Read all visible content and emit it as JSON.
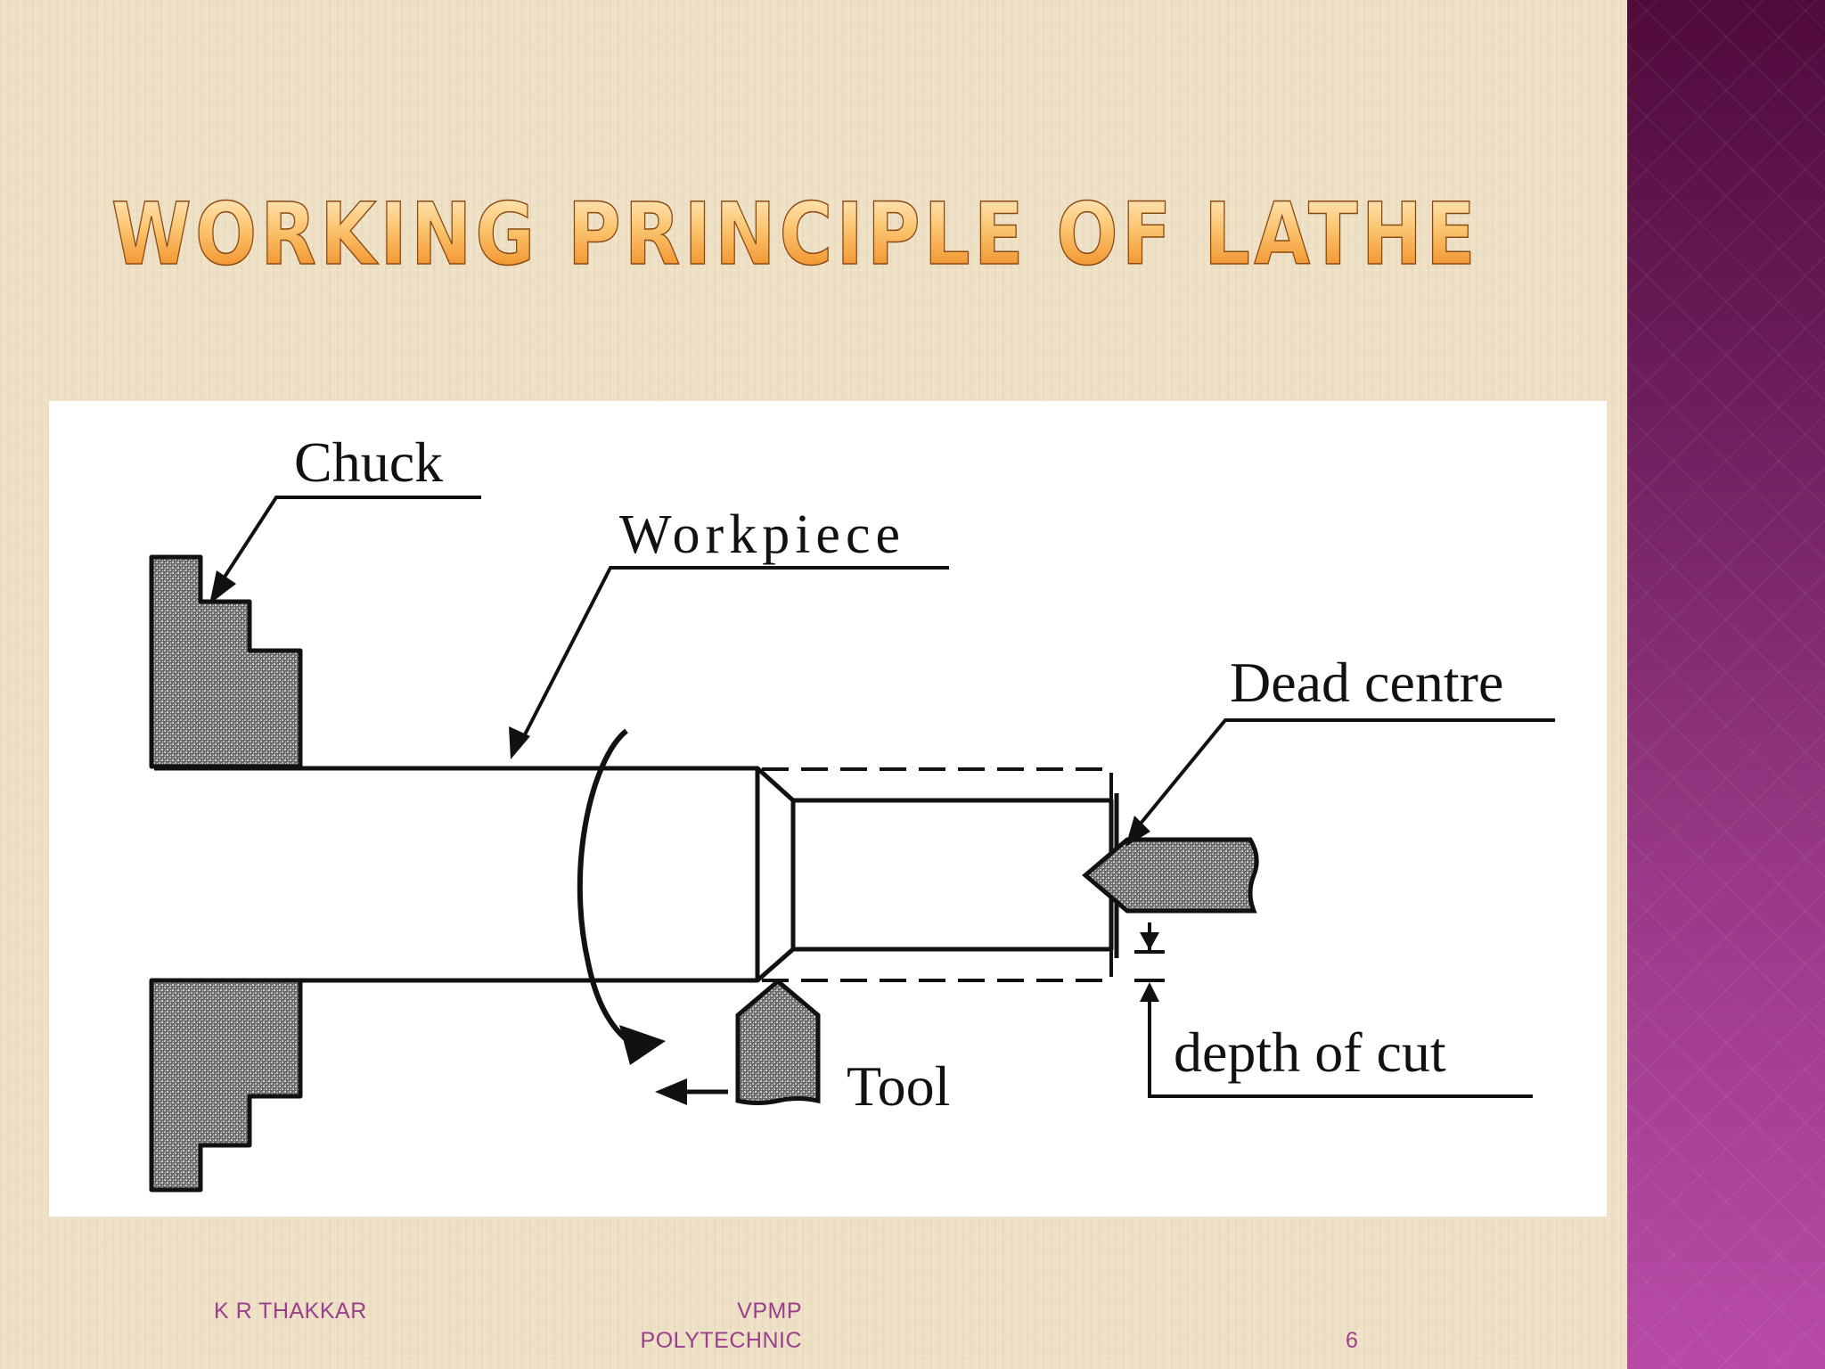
{
  "slide": {
    "title": "WORKING PRINCIPLE OF LATHE",
    "colors": {
      "background": "#eee0c4",
      "accent_band": "#8a2f78",
      "title_gradient_top": "#fde2b0",
      "title_gradient_bottom": "#f08a1c",
      "footer_text": "#9a3f8c"
    }
  },
  "diagram": {
    "labels": {
      "chuck": "Chuck",
      "workpiece": "Workpiece",
      "dead_centre": "Dead centre",
      "depth_of_cut": "depth of cut",
      "tool": "Tool"
    }
  },
  "footer": {
    "author": "K R THAKKAR",
    "org_line1": "VPMP",
    "org_line2": "POLYTECHNIC",
    "page": "6"
  }
}
